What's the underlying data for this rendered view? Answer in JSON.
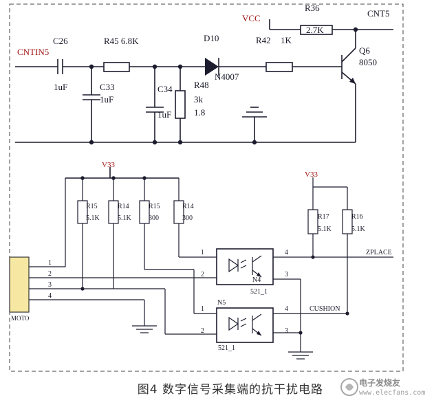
{
  "labels": {
    "cntin5": "CNTIN5",
    "c26": "C26",
    "c26_val": "1uF",
    "r45": "R45 6.8K",
    "c33": "C33",
    "c33_val": "1uF",
    "c34": "C34",
    "c34_val": "1uF",
    "d10": "D10",
    "d10_part": "N4007",
    "r48": "R48",
    "r48_val": "3k",
    "r48_extra": "1.8",
    "vcc": "VCC",
    "r36": "R36",
    "r36_val": "2.7K",
    "r42": "R42",
    "r42_val": "1K",
    "cnt5": "CNT5",
    "q6": "Q6",
    "q6_part": "8050",
    "v33a": "V33",
    "v33b": "V33",
    "r15a": "R15",
    "r15a_val": "5.1K",
    "r14a": "R14",
    "r14a_val": "5.1K",
    "r15b": "R15",
    "r15b_val": "300",
    "r14b": "R14",
    "r14b_val": "300",
    "r17": "R17",
    "r17_val": "5.1K",
    "r16": "R16",
    "r16_val": "5.1K",
    "zplace": "ZPLACE",
    "cushion": "CUSHION",
    "n4": "N4",
    "n4_part": "521_1",
    "n5": "N5",
    "n5_part": "521_1",
    "moto": "MOTO",
    "pin1a": "1",
    "pin2a": "2",
    "pin3a": "3",
    "pin4a": "4",
    "pin1b": "1",
    "pin2b": "2",
    "pin3b": "3",
    "pin4b": "4",
    "j1": "1",
    "j2": "2",
    "j3": "3",
    "j4": "4"
  },
  "caption": "图4 数字信号采集端的抗干扰电路",
  "watermark": {
    "name": "电子发烧友",
    "url": "www.elecfans.com"
  }
}
